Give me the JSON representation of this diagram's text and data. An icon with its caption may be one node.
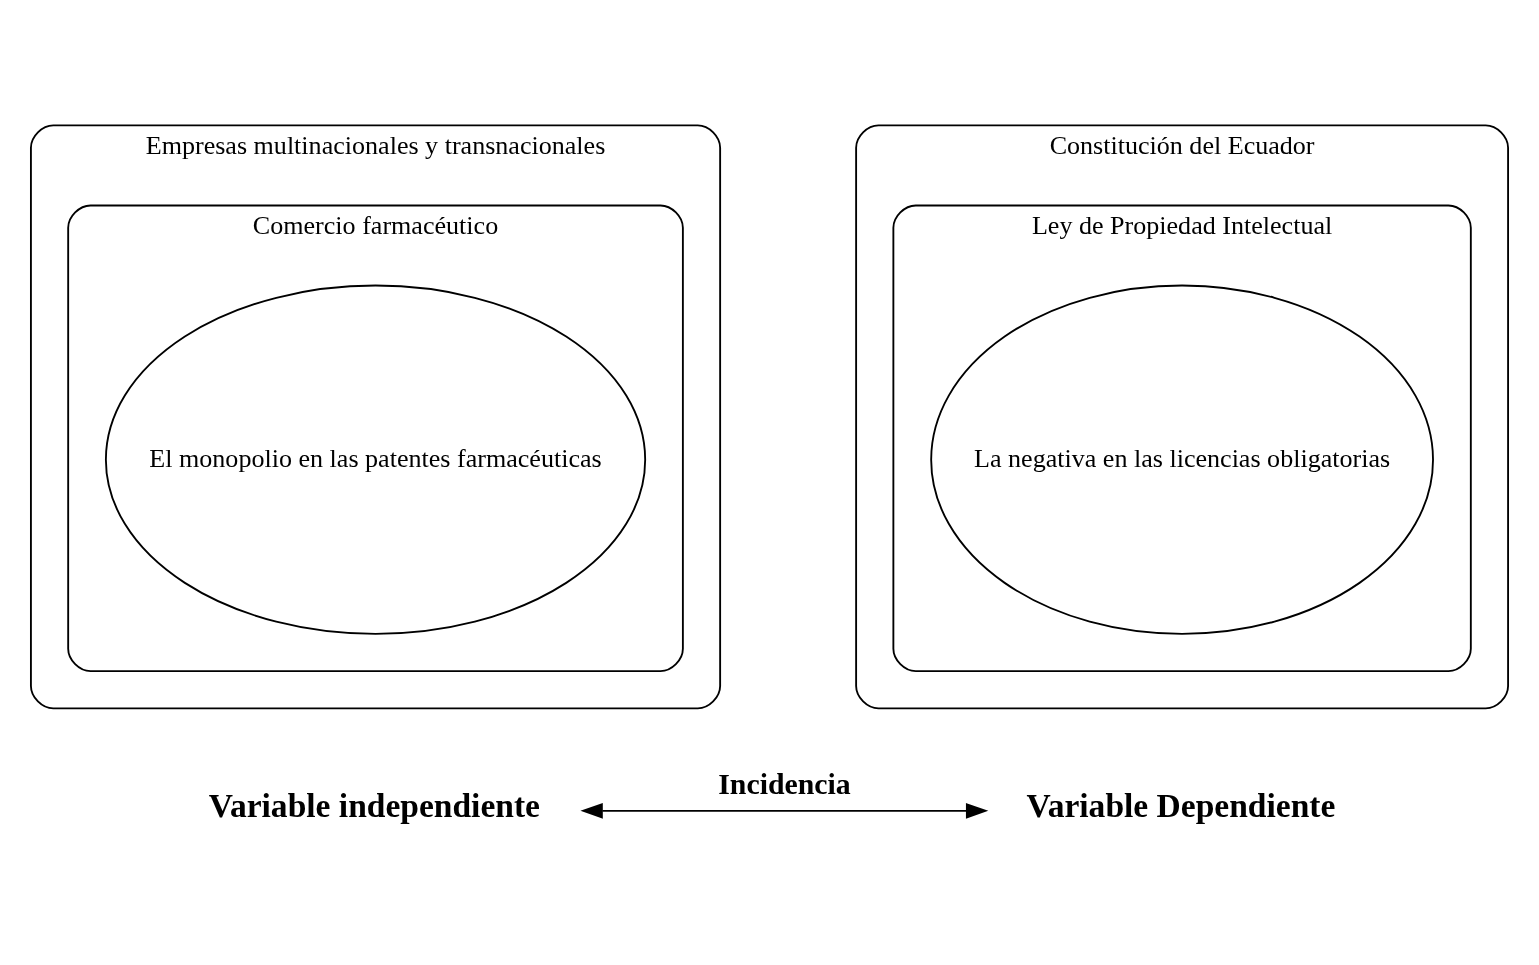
{
  "diagram": {
    "nodes": [
      {
        "text": [
          "Empresas multinacionales y transnacionales"
        ]
      },
      {
        "text": [
          "Comercio farmacéutico"
        ],
        "in": 0
      },
      {
        "text": [
          "El monopolio en las patentes farmacéuticas"
        ],
        "in": 1
      },
      {
        "text": [
          "Constitución del Ecuador"
        ]
      },
      {
        "text": [
          "Ley de Propiedad Intelectual"
        ],
        "in": 3
      },
      {
        "text": [
          "La negativa en las licencias obligatorias"
        ],
        "in": 4
      },
      {
        "text": [
          "Variable independiente"
        ]
      },
      {
        "text": [
          "Variable Dependiente"
        ]
      }
    ],
    "edges": [
      {
        "from": 6,
        "to": 7,
        "arrow": "both",
        "label": "Incidencia"
      }
    ]
  }
}
